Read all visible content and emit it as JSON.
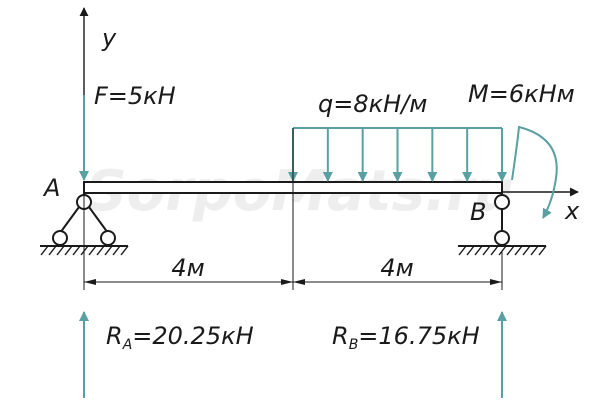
{
  "watermark": "SorpoMats.ru",
  "axes": {
    "y_label": "y",
    "x_label": "x"
  },
  "supports": {
    "a_label": "A",
    "b_label": "B"
  },
  "loads": {
    "force_label": "F=5кН",
    "distributed_label": "q=8кН/м",
    "moment_label": "M=6кНм"
  },
  "dimensions": {
    "span_1": "4м",
    "span_2": "4м"
  },
  "reactions": {
    "ra_prefix": "R",
    "ra_sub": "A",
    "ra_value": "=20.25кН",
    "rb_prefix": "R",
    "rb_sub": "B",
    "rb_value": "=16.75кН"
  },
  "colors": {
    "arrow": "#5aa0a2",
    "line": "#1a1a1a",
    "watermark": "#eeeeee"
  }
}
